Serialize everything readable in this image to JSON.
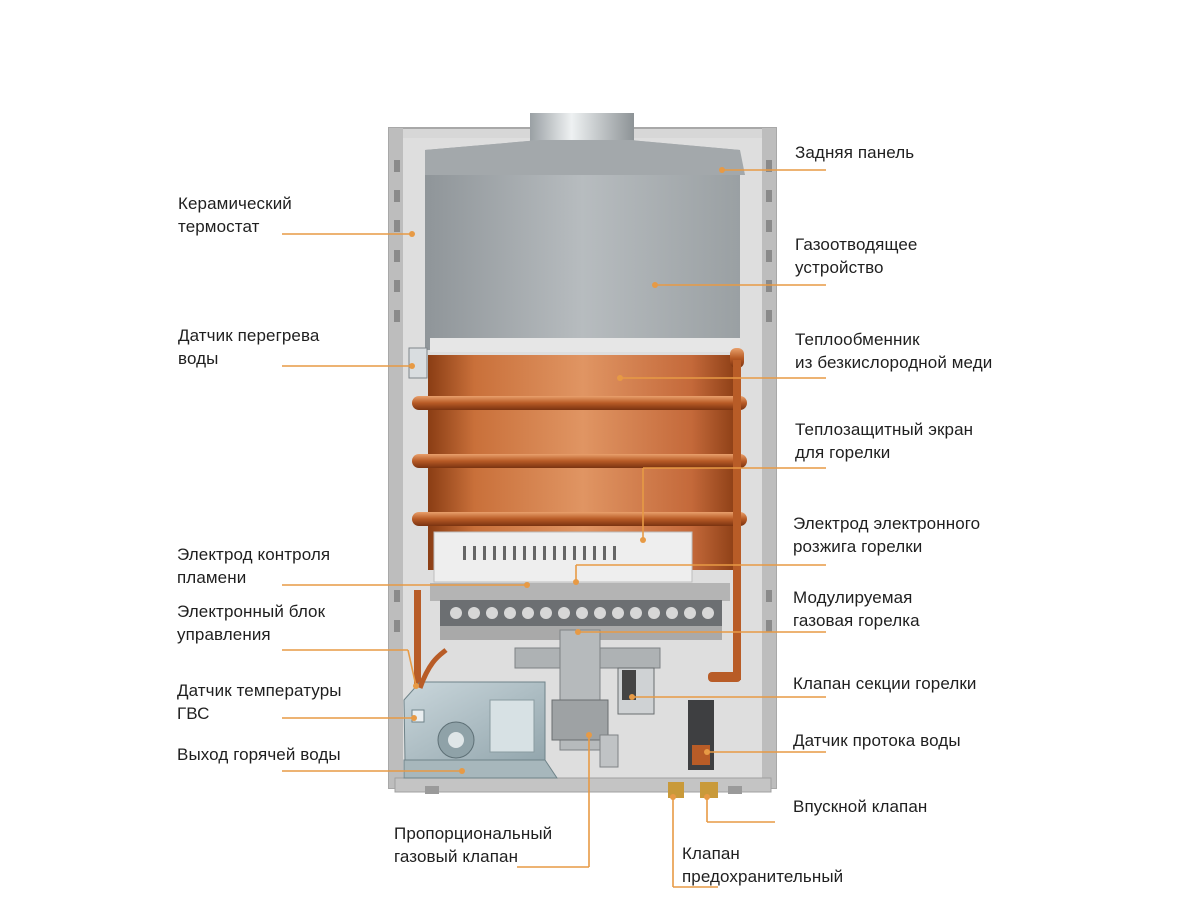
{
  "accent_color": "#e79a45",
  "labels": {
    "rear_panel": [
      "Задняя панель"
    ],
    "ceramic_thermostat": [
      "Керамический",
      "термостат"
    ],
    "flue_device": [
      "Газоотводящее",
      "устройство"
    ],
    "overheat_sensor": [
      "Датчик перегрева",
      "воды"
    ],
    "heat_exchanger": [
      "Теплообменник",
      "из безкислородной меди"
    ],
    "heat_shield": [
      "Теплозащитный экран",
      "для горелки"
    ],
    "ignition_electrode": [
      "Электрод электронного",
      "розжига горелки"
    ],
    "flame_electrode": [
      "Электрод контроля",
      "пламени"
    ],
    "modulating_burner": [
      "Модулируемая",
      "газовая горелка"
    ],
    "control_unit": [
      "Электронный блок",
      "управления"
    ],
    "burner_section_valve": [
      "Клапан секции горелки"
    ],
    "dhw_temp_sensor": [
      "Датчик температуры",
      "ГВС"
    ],
    "flow_sensor": [
      "Датчик протока воды"
    ],
    "hot_water_outlet": [
      "Выход горячей воды"
    ],
    "inlet_valve": [
      "Впускной клапан"
    ],
    "proportional_gas_valve": [
      "Пропорциональный",
      "газовый клапан"
    ],
    "safety_valve": [
      "Клапан",
      "предохранительный"
    ]
  }
}
